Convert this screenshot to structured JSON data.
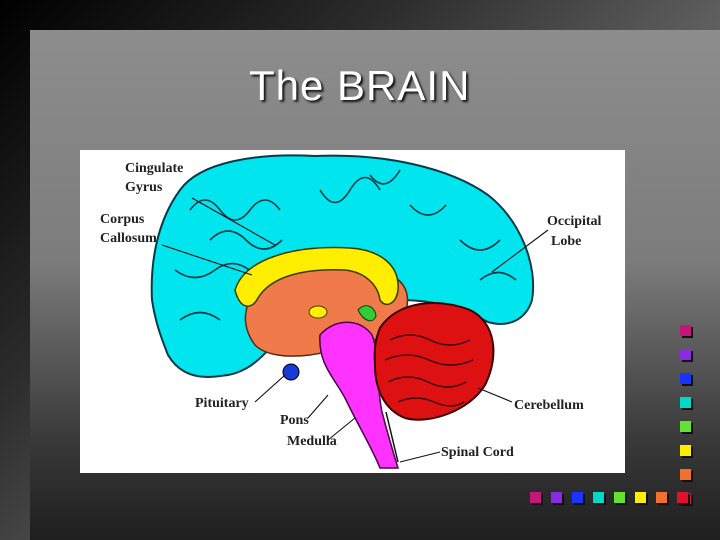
{
  "slide": {
    "title": "The BRAIN"
  },
  "diagram": {
    "labels": {
      "cingulate_gyrus": [
        "Cingulate",
        "Gyrus"
      ],
      "corpus_callosum": [
        "Corpus",
        "Callosum"
      ],
      "occipital_lobe": [
        "Occipital",
        "Lobe"
      ],
      "pituitary": "Pituitary",
      "pons": "Pons",
      "medulla": "Medulla",
      "cerebellum": "Cerebellum",
      "spinal_cord": "Spinal Cord"
    },
    "colors": {
      "cerebrum": "#00e5ee",
      "corpus_callosum": "#ffee00",
      "thalamus_region": "#f07a4a",
      "brainstem": "#ff33ff",
      "cerebellum": "#dd1111",
      "pituitary": "#1a3ad8",
      "midbrain_bits": "#33cc33"
    }
  },
  "decor": {
    "square_colors": [
      "#c2187a",
      "#8a2be2",
      "#1a33ff",
      "#00d8c8",
      "#66e033",
      "#ffee00",
      "#f07030",
      "#e01030"
    ]
  }
}
